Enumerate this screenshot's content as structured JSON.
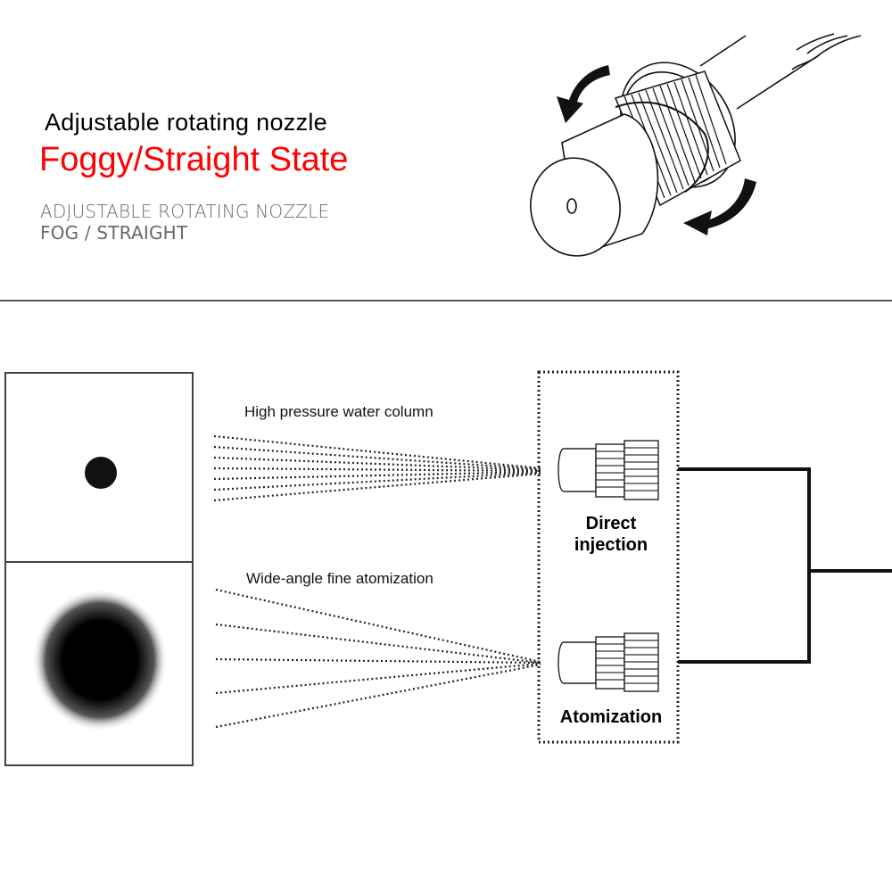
{
  "header": {
    "title": "Adjustable rotating nozzle",
    "subtitle": "Foggy/Straight State",
    "caption_line1": "ADJUSTABLE ROTATING NOZZLE",
    "caption_line2": "FOG / STRAIGHT"
  },
  "diagram": {
    "modes": [
      {
        "spray_label": "High pressure water column",
        "nozzle_label_line1": "Direct",
        "nozzle_label_line2": "injection",
        "pattern": "solid-dot"
      },
      {
        "spray_label": "Wide-angle fine atomization",
        "nozzle_label_line1": "Atomization",
        "pattern": "blurred-dot"
      }
    ]
  },
  "colors": {
    "accent": "#ff0000",
    "caption": "#6a6a6a",
    "line": "#111111"
  }
}
